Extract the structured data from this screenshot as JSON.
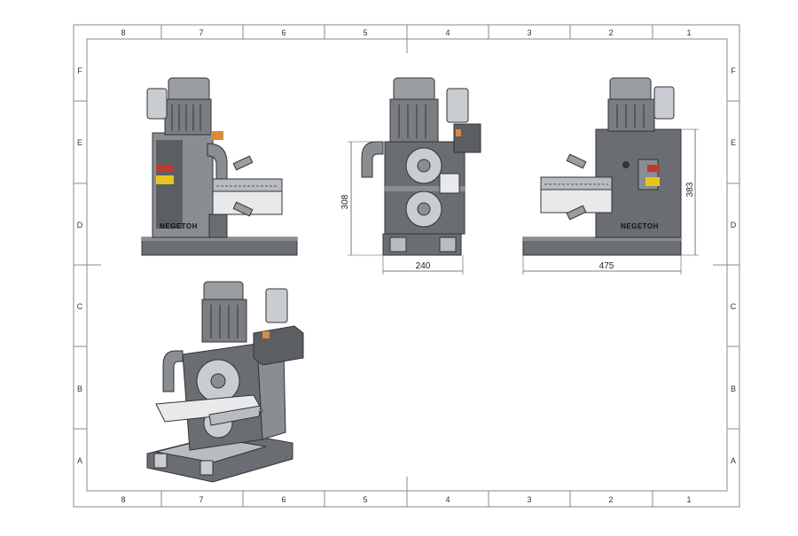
{
  "sheet": {
    "columns": [
      "8",
      "7",
      "6",
      "5",
      "4",
      "3",
      "2",
      "1"
    ],
    "rows": [
      "F",
      "E",
      "D",
      "C",
      "B",
      "A"
    ]
  },
  "views": {
    "front": {
      "brand": "NEGETOH"
    },
    "side": {
      "height_label": "308",
      "width_label": "240"
    },
    "rear": {
      "brand": "NEGETOH",
      "height_label": "383",
      "width_label": "475"
    },
    "isometric": {}
  },
  "colors": {
    "metal_dark": "#5b5e63",
    "metal_mid": "#8a8d92",
    "metal_light": "#b9bcc1",
    "base": "#6a6d72",
    "accent_red": "#c0392b",
    "accent_yellow": "#e8c51c",
    "accent_orange": "#d98a3a",
    "line": "#555555"
  }
}
